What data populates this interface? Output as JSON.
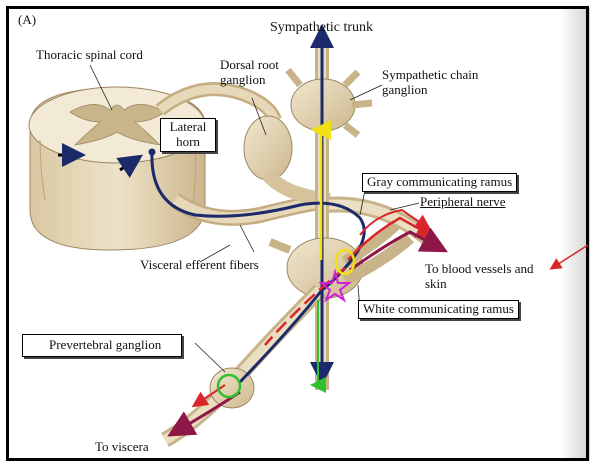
{
  "figure": {
    "panel": "(A)",
    "labels": {
      "thoracic_spinal_cord": "Thoracic spinal cord",
      "dorsal_root_ganglion": "Dorsal root ganglion",
      "sympathetic_trunk": "Sympathetic trunk",
      "sympathetic_chain_ganglion": "Sympathetic chain ganglion",
      "lateral_horn": "Lateral horn",
      "gray_communicating_ramus": "Gray communicating ramus",
      "peripheral_nerve": "Peripheral nerve",
      "visceral_efferent_fibers": "Visceral efferent fibers",
      "to_blood_vessels": "To blood vessels and skin",
      "white_communicating_ramus": "White communicating ramus",
      "prevertebral_ganglion": "Prevertebral ganglion",
      "to_viscera": "To viscera"
    }
  },
  "colors": {
    "tissue": "#e9dcc0",
    "tissue_dark": "#cdb88e",
    "gray_matter": "#c9b58a",
    "nerve_blue": "#1b2a6b",
    "red": "#d8262a",
    "maroon": "#8e1747",
    "yellow": "#f2e012",
    "green": "#2fc12f",
    "magenta": "#d020d8"
  }
}
